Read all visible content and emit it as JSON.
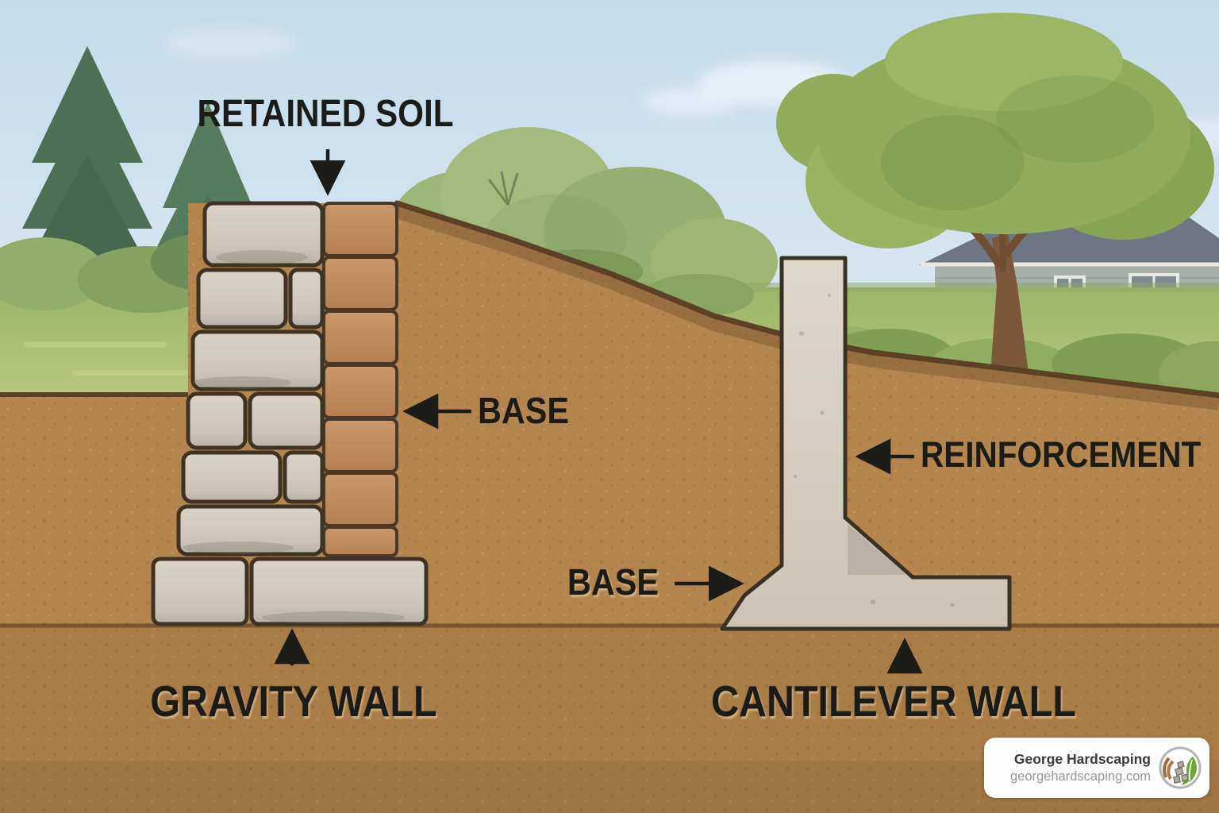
{
  "title": "Retaining wall types diagram",
  "labels": {
    "retained_soil": "RETAINED SOIL",
    "base_left": "BASE",
    "reinforcement": "REINFORCEMENT",
    "base_right": "BASE",
    "gravity_wall": "GRAVITY WALL",
    "cantilever_wall": "CANTILEVER WALL"
  },
  "watermark": {
    "name": "George Hardscaping",
    "website": "georgehardscaping.com",
    "logo_icon": "leaf-soil-stone-circle-icon"
  },
  "colors": {
    "sky": "#c9dfec",
    "grass": "#a6bd74",
    "soil": "#b5854f",
    "soil_below_line": "#a87a4a",
    "soil_edge": "#5d4124",
    "stone_block": "#cfc8ba",
    "brick_backfill": "#c28e62",
    "concrete": "#d8d1c3",
    "outline": "#3e3322",
    "pine_green": "#4d7055",
    "tree_green": "#8fad5c",
    "house_siding": "#a6afa9",
    "house_roof": "#6f7681",
    "label_text": "#1b1b18",
    "arrow": "#1b1b18"
  }
}
